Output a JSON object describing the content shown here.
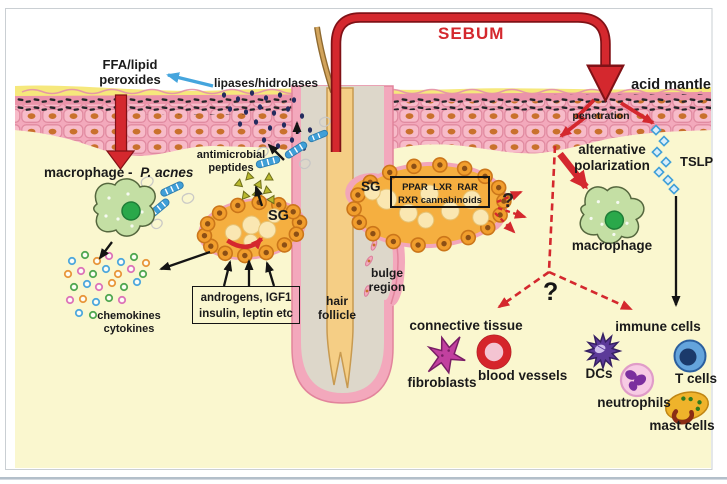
{
  "colors": {
    "accent_red": "#D4282E",
    "accent_blue": "#45A5DD",
    "dermis_yellow": "#FAF7CF",
    "mantle_yellow": "#F6E87C",
    "epidermis_pink": "#F3A9BC",
    "gland_orange": "#F5AF40",
    "macrophage_green": "#C4DFA4"
  },
  "labels": {
    "sebum": "SEBUM",
    "ffa_line1": "FFA/lipid",
    "ffa_line2": "peroxides",
    "lipases": "lipases/hidrolases",
    "acid_mantle": "acid mantle",
    "penetration": "penetration",
    "macrophage_left_prefix": "macrophage -",
    "macrophage_left_species": "P. acnes",
    "antimicrobial_line1": "antimicrobial",
    "antimicrobial_line2": "peptides",
    "sg_left": "SG",
    "sg_right": "SG",
    "receptors_line1": "PPAR  LXR  RAR",
    "receptors_line2": "RXR cannabinoids",
    "alt_line1": "alternative",
    "alt_line2": "polarization",
    "tslp": "TSLP",
    "macrophage_right": "macrophage",
    "chemokines_line1": "chemokines",
    "chemokines_line2": "cytokines",
    "hormones_line1": "androgens, IGF1",
    "hormones_line2": "insulin, leptin etc",
    "hair_line1": "hair",
    "hair_line2": "follicle",
    "bulge_line1": "bulge",
    "bulge_line2": "region",
    "question_sg": "?",
    "question_fork": "?",
    "connective_tissue": "connective tissue",
    "fibroblasts": "fibroblasts",
    "blood_vessels": "blood vessels",
    "immune_cells": "immune cells",
    "dcs": "DCs",
    "t_cells": "T cells",
    "neutrophils": "neutrophils",
    "mast_cells": "mast cells"
  }
}
